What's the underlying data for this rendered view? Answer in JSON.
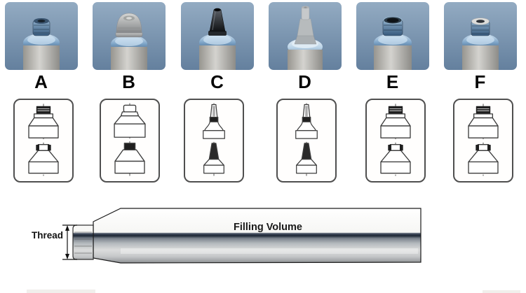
{
  "variants": {
    "items": [
      {
        "label": "A",
        "photo_icon": "tube-open-threaded-neck-photo",
        "drawing_icon": "threaded-cap-and-neck-drawing"
      },
      {
        "label": "B",
        "photo_icon": "tube-round-cap-photo",
        "drawing_icon": "tall-cap-and-neck-drawing"
      },
      {
        "label": "C",
        "photo_icon": "tube-dark-taper-nozzle-photo",
        "drawing_icon": "nozzle-tip-drawing"
      },
      {
        "label": "D",
        "photo_icon": "tube-long-grey-nozzle-photo",
        "drawing_icon": "nozzle-tip-drawing"
      },
      {
        "label": "E",
        "photo_icon": "tube-open-threaded-neck-photo",
        "drawing_icon": "threaded-cap-and-neck-drawing"
      },
      {
        "label": "F",
        "photo_icon": "tube-membrane-sealed-neck-photo",
        "drawing_icon": "threaded-cap-and-neck-drawing"
      }
    ]
  },
  "tube_diagram": {
    "thread_label": "Thread",
    "filling_volume_label": "Filling Volume"
  },
  "colors": {
    "photo_background_top": "#90a8c0",
    "photo_background_bottom": "#6882a0",
    "metallic_shoulder": "#7ca3c6",
    "tube_body_grey": "#c2c1bd",
    "drawing_line": "#3d3d3d",
    "label_text": "#060606",
    "reflection_stripe": "#1c2634"
  }
}
